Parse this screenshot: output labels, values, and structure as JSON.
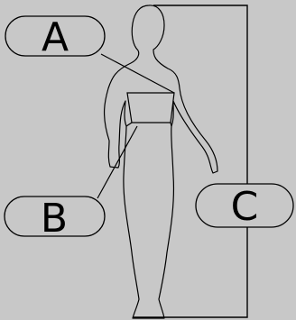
{
  "diagram": {
    "labels": {
      "a": "A",
      "b": "B",
      "c": "C"
    },
    "colors": {
      "background": "#c8c8c8",
      "stroke": "#000000"
    }
  }
}
